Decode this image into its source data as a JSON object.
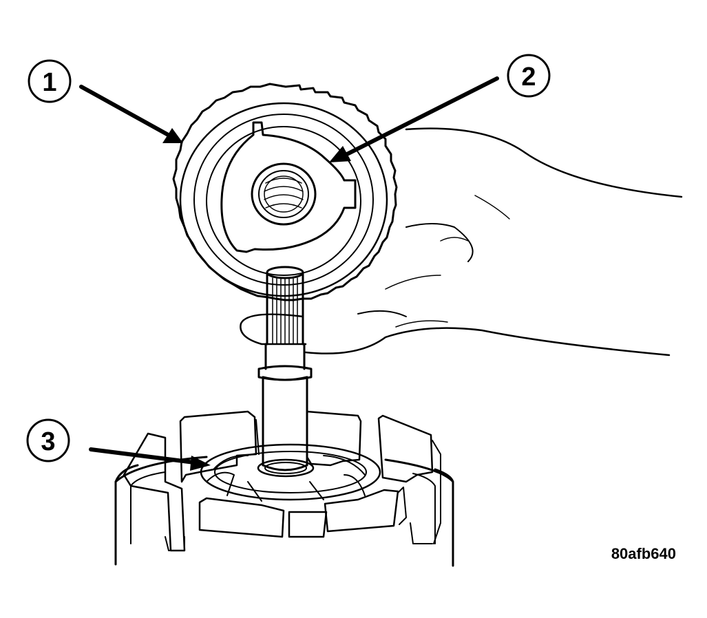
{
  "figure": {
    "id_label": "80afb640"
  },
  "callouts": [
    {
      "number": "1",
      "target": "sun-gear-drum"
    },
    {
      "number": "2",
      "target": "thrust-plate"
    },
    {
      "number": "3",
      "target": "planetary-carrier"
    }
  ],
  "colors": {
    "line": "#000000",
    "background": "#ffffff"
  }
}
